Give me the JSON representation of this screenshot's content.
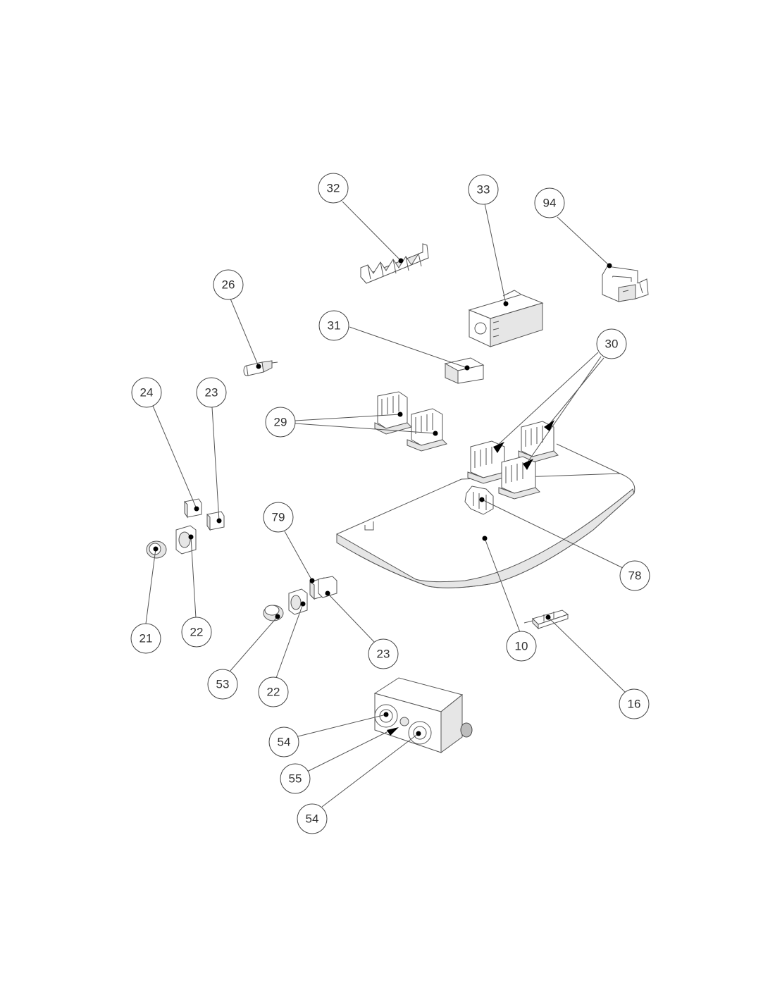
{
  "callouts": {
    "c32": "32",
    "c33": "33",
    "c94": "94",
    "c26": "26",
    "c31": "31",
    "c30": "30",
    "c24": "24",
    "c23a": "23",
    "c29": "29",
    "c79": "79",
    "c78": "78",
    "c21": "21",
    "c22a": "22",
    "c10": "10",
    "c23b": "23",
    "c53": "53",
    "c22b": "22",
    "c16": "16",
    "c54a": "54",
    "c55": "55",
    "c54b": "54"
  },
  "colors": {
    "line": "#555555",
    "fill": "#ffffff",
    "shade": "#e6e6e6",
    "dot": "#000000"
  }
}
